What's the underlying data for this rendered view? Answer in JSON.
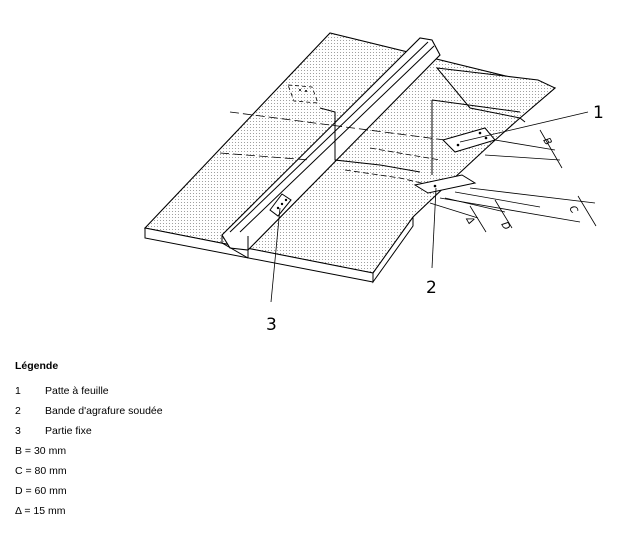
{
  "drawing": {
    "callouts": {
      "one": "1",
      "two": "2",
      "three": "3"
    },
    "dimensions": {
      "b": "B",
      "c": "C",
      "d": "D",
      "delta": "Δ"
    }
  },
  "legend": {
    "title": "Légende",
    "items": [
      {
        "num": "1",
        "text": "Patte à feuille"
      },
      {
        "num": "2",
        "text": "Bande d'agrafure soudée"
      },
      {
        "num": "3",
        "text": "Partie fixe"
      }
    ],
    "values": [
      "B = 30 mm",
      "C = 80 mm",
      "D = 60 mm",
      "Δ = 15 mm"
    ]
  }
}
